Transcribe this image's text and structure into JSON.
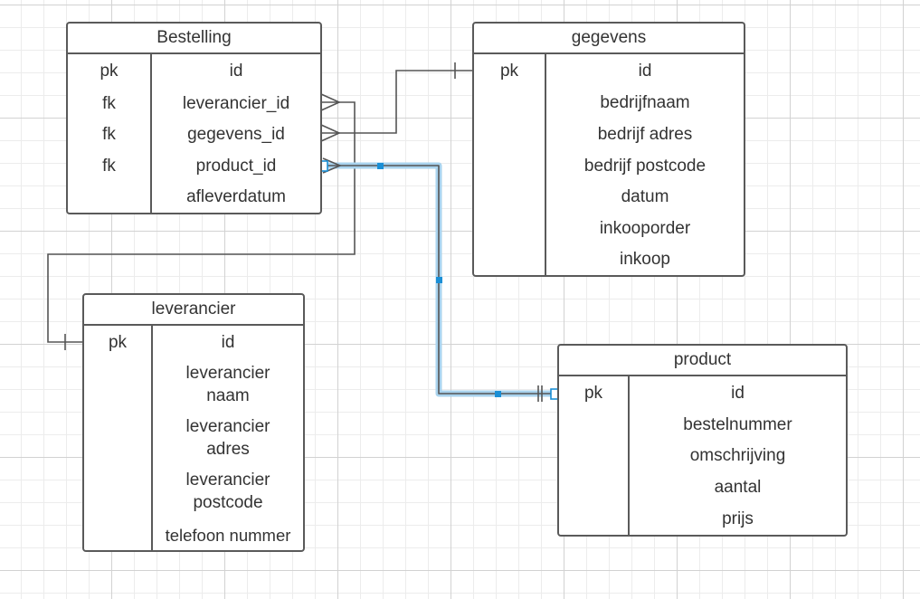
{
  "entities": {
    "bestelling": {
      "title": "Bestelling",
      "rows": [
        {
          "key": "pk",
          "field": "id"
        },
        {
          "key": "fk",
          "field": "leverancier_id"
        },
        {
          "key": "fk",
          "field": "gegevens_id"
        },
        {
          "key": "fk",
          "field": "product_id"
        },
        {
          "key": "",
          "field": "afleverdatum"
        }
      ]
    },
    "gegevens": {
      "title": "gegevens",
      "rows": [
        {
          "key": "pk",
          "field": "id"
        },
        {
          "key": "",
          "field": "bedrijfnaam"
        },
        {
          "key": "",
          "field": "bedrijf adres"
        },
        {
          "key": "",
          "field": "bedrijf postcode"
        },
        {
          "key": "",
          "field": "datum"
        },
        {
          "key": "",
          "field": "inkooporder"
        },
        {
          "key": "",
          "field": "inkoop"
        }
      ]
    },
    "leverancier": {
      "title": "leverancier",
      "rows": [
        {
          "key": "pk",
          "field": "id"
        },
        {
          "key": "",
          "field": "leverancier naam"
        },
        {
          "key": "",
          "field": "leverancier adres"
        },
        {
          "key": "",
          "field": "leverancier postcode"
        },
        {
          "key": "",
          "field": "telefoon nummer"
        }
      ]
    },
    "product": {
      "title": "product",
      "rows": [
        {
          "key": "pk",
          "field": "id"
        },
        {
          "key": "",
          "field": "bestelnummer"
        },
        {
          "key": "",
          "field": "omschrijving"
        },
        {
          "key": "",
          "field": "aantal"
        },
        {
          "key": "",
          "field": "prijs"
        }
      ]
    }
  },
  "relationships": [
    {
      "from": "bestelling.leverancier_id",
      "to": "leverancier.id",
      "from_end": "many",
      "to_end": "one",
      "selected": false
    },
    {
      "from": "bestelling.gegevens_id",
      "to": "gegevens.id",
      "from_end": "many",
      "to_end": "one",
      "selected": false
    },
    {
      "from": "bestelling.product_id",
      "to": "product.id",
      "from_end": "many",
      "to_end": "one",
      "selected": true
    }
  ],
  "colors": {
    "border": "#5a5a5a",
    "text": "#333333",
    "line": "#555555",
    "selection": "#1a8fd6",
    "selection_halo": "#a9d3ee"
  }
}
